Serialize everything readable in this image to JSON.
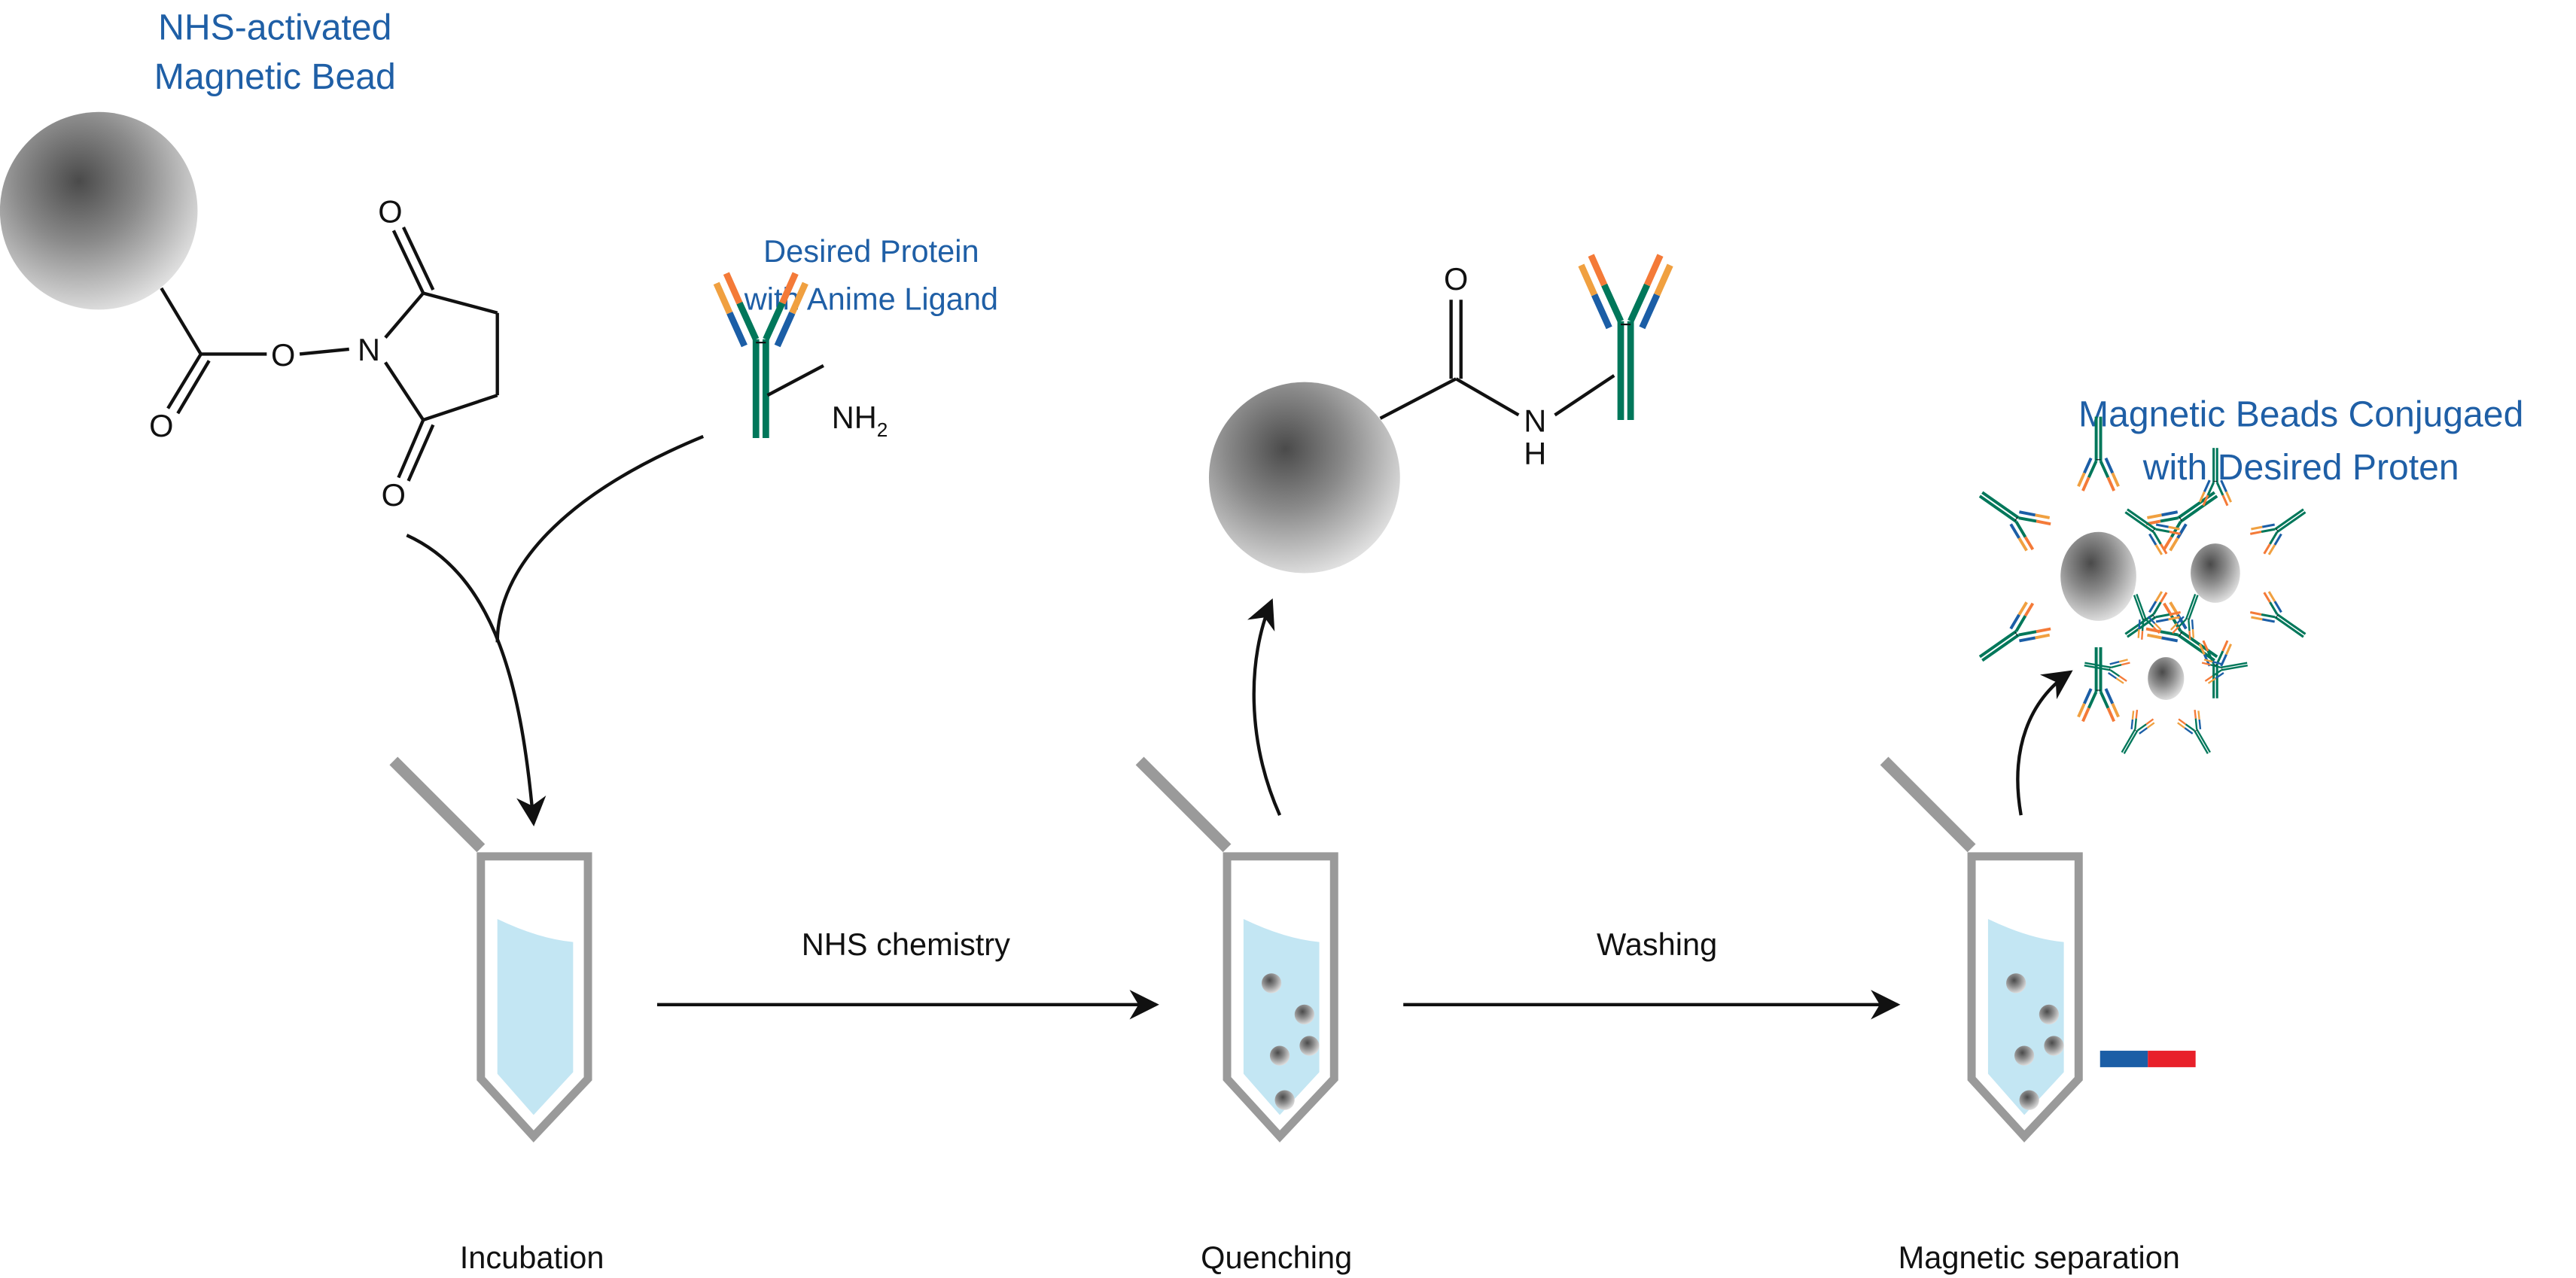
{
  "labels": {
    "nhs_bead_line1": "NHS-activated",
    "nhs_bead_line2": "Magnetic Bead",
    "protein_line1": "Desired Protein",
    "protein_line2": "with Anime Ligand",
    "conjugated_line1": "Magnetic Beads Conjugaed",
    "conjugated_line2": "with Desired Proten"
  },
  "chemistry": {
    "oxygen": "O",
    "nitrogen": "N",
    "hydrogen": "H",
    "amine": "NH",
    "amine_subscript": "2"
  },
  "steps": [
    {
      "label": "Incubation"
    },
    {
      "label": "Quenching"
    },
    {
      "label": "Magnetic separation"
    }
  ],
  "transitions": [
    {
      "label": "NHS chemistry"
    },
    {
      "label": "Washing"
    }
  ],
  "colors": {
    "label_blue": "#1f5fa6",
    "antibody_green": "#00775a",
    "antibody_blue": "#1b5ea6",
    "antibody_orange": "#f47a38",
    "antibody_light_orange": "#f0a040",
    "liquid": "#c3e6f3",
    "magnet_north": "#1b5ea6",
    "magnet_south": "#e8202a"
  }
}
